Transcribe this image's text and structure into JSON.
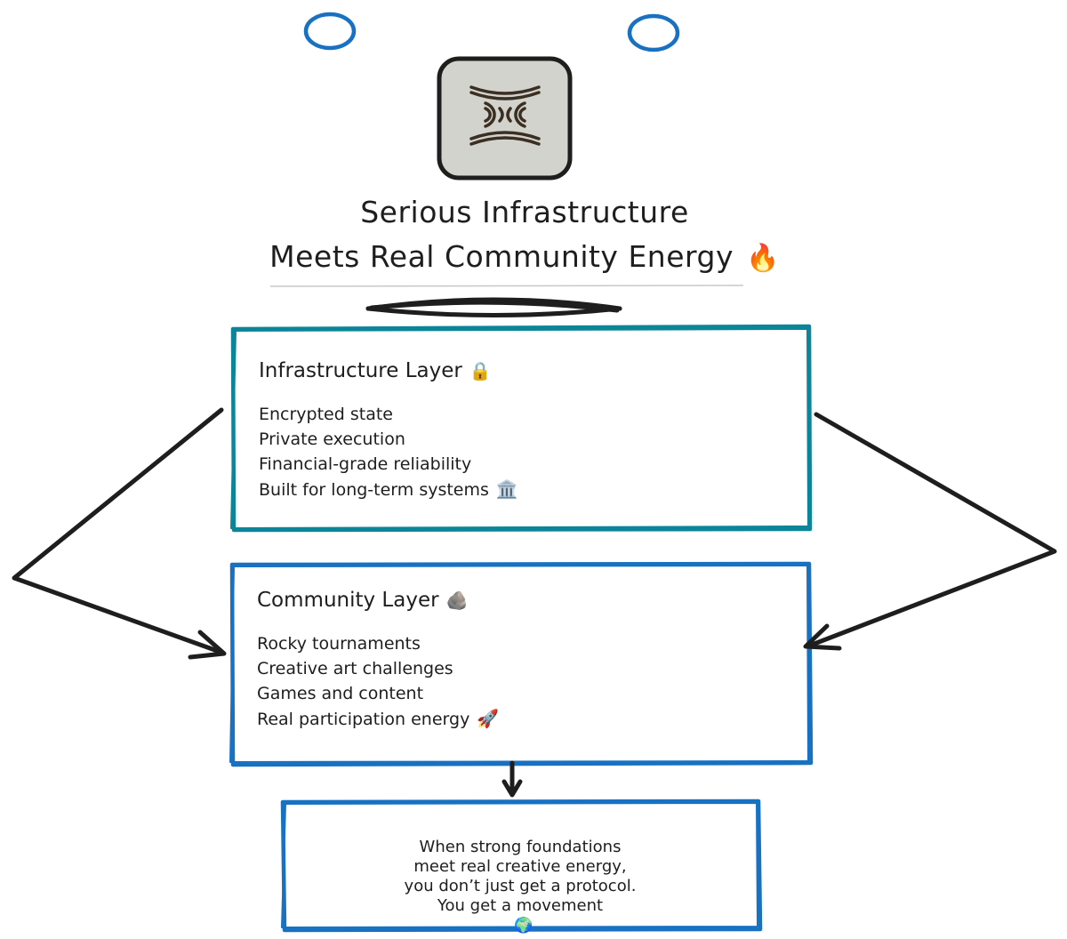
{
  "title": {
    "line1": "Serious Infrastructure",
    "line2": "Meets Real Community Energy",
    "emoji": "🔥"
  },
  "infrastructure": {
    "heading": "Infrastructure Layer",
    "heading_emoji": "🔒",
    "items": [
      "Encrypted state",
      "Private execution",
      "Financial-grade reliability",
      "Built for long-term systems"
    ],
    "last_item_emoji": "🏛️"
  },
  "community": {
    "heading": "Community Layer",
    "heading_emoji": "🪨",
    "items": [
      "Rocky tournaments",
      "Creative art challenges",
      "Games and content",
      "Real participation energy"
    ],
    "last_item_emoji": "🚀"
  },
  "footer": {
    "line1": "When strong foundations",
    "line2": "meet real creative energy,",
    "line3": "you don’t just get a protocol.",
    "line4": "You get a movement",
    "emoji": "🌍"
  },
  "colors": {
    "stroke": "#1e1e1e",
    "teal_box": "#0c8599",
    "blue_box": "#1971c2",
    "circle_blue": "#1971c2",
    "logo_bg": "#d3d3cd",
    "logo_mark": "#3b2e22"
  },
  "icons": {
    "logo": "arcium-logo-icon"
  }
}
